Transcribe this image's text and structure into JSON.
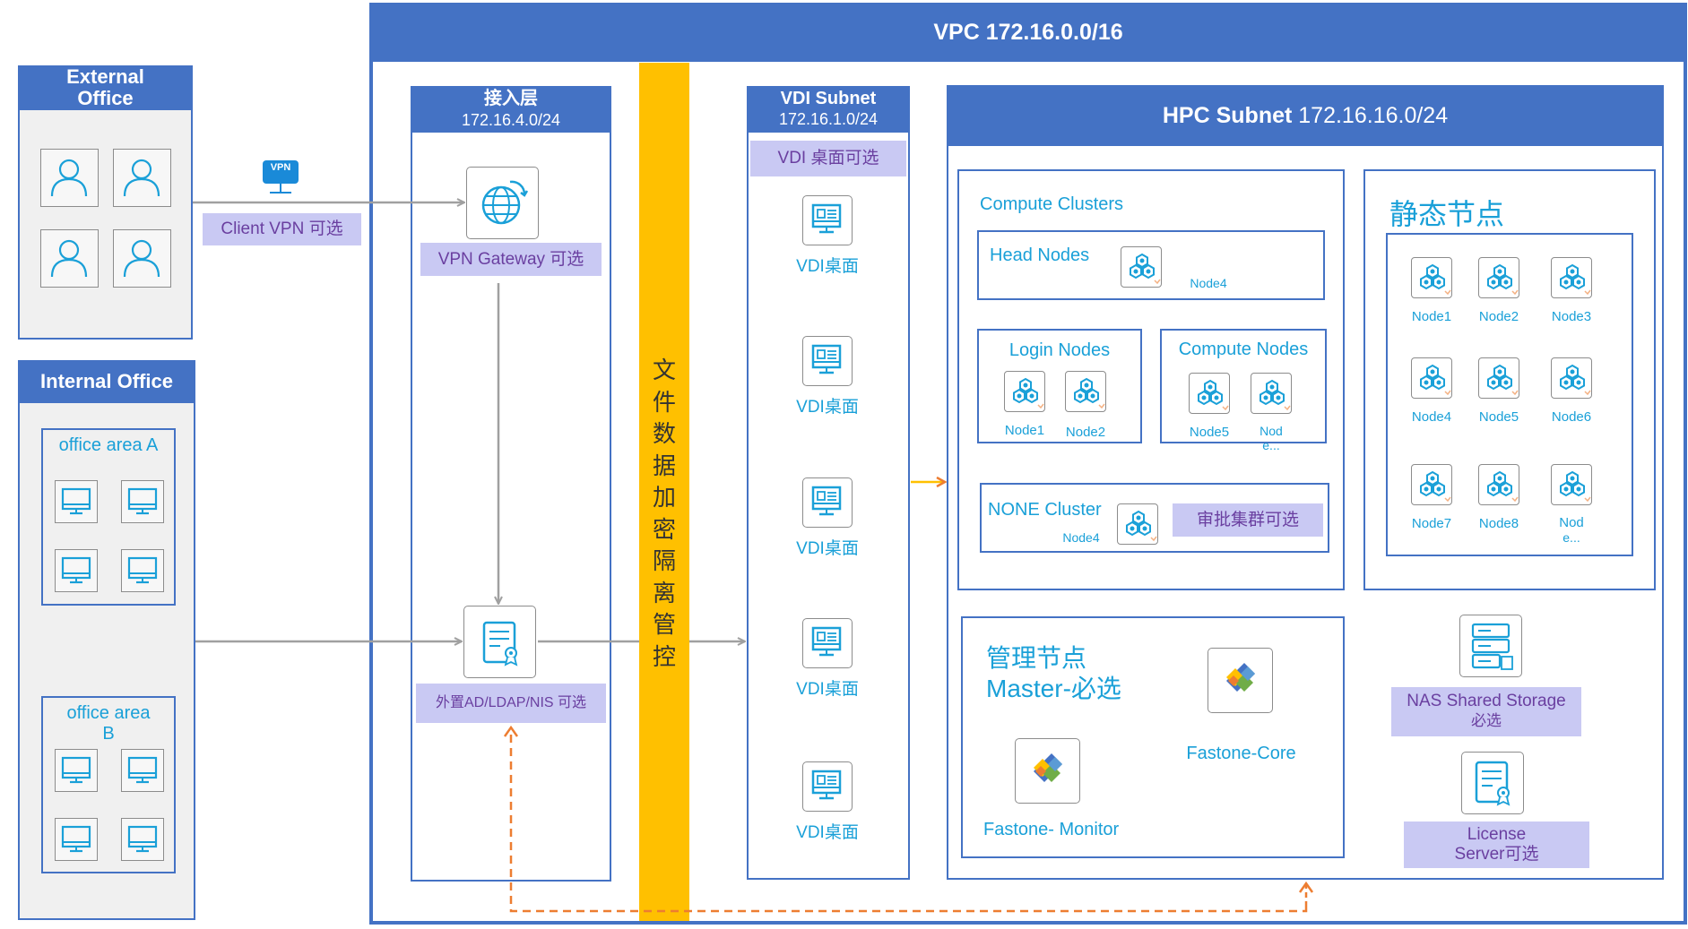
{
  "vpc": {
    "title": "VPC 172.16.0.0/16"
  },
  "external_office": {
    "title_line1": "External",
    "title_line2": "Office"
  },
  "internal_office": {
    "title": "Internal Office",
    "area_a": "office area A",
    "area_b_line1": "office area",
    "area_b_line2": "B"
  },
  "client_vpn": {
    "badge": "VPN",
    "label": "Client VPN 可选"
  },
  "access_layer": {
    "title": "接入层",
    "subnet": "172.16.4.0/24",
    "vpn_gateway": "VPN Gateway 可选",
    "ad_label": "外置AD/LDAP/NIS 可选"
  },
  "encryption_bar": {
    "chars": [
      "文",
      "件",
      "数",
      "据",
      "加",
      "密",
      "隔",
      "离",
      "管",
      "控"
    ]
  },
  "vdi_subnet": {
    "title": "VDI Subnet",
    "subnet": "172.16.1.0/24",
    "optional": "VDI 桌面可选",
    "desktops": [
      "VDI桌面",
      "VDI桌面",
      "VDI桌面",
      "VDI桌面",
      "VDI桌面"
    ]
  },
  "hpc_subnet": {
    "title_bold": "HPC Subnet",
    "title_rest": " 172.16.16.0/24",
    "compute_clusters": {
      "title": "Compute Clusters",
      "head_nodes": {
        "title": "Head Nodes",
        "node": "Node4"
      },
      "login_nodes": {
        "title": "Login Nodes",
        "nodes": [
          "Node1",
          "Node2"
        ]
      },
      "compute_nodes": {
        "title": "Compute Nodes",
        "nodes": [
          "Node5",
          "Nod"
        ],
        "truncated_suffix": "e..."
      },
      "none_cluster": {
        "title": "NONE Cluster",
        "node": "Node4",
        "approval": "审批集群可选"
      }
    },
    "static_nodes": {
      "title": "静态节点",
      "nodes": [
        "Node1",
        "Node2",
        "Node3",
        "Node4",
        "Node5",
        "Node6",
        "Node7",
        "Node8",
        "Nod"
      ],
      "truncated_suffix": "e..."
    },
    "management": {
      "title_line1": "管理节点",
      "title_line2": "Master-必选",
      "core": "Fastone-Core",
      "monitor": "Fastone- Monitor"
    },
    "nas": {
      "line1": "NAS Shared Storage",
      "line2": "必选"
    },
    "license": {
      "line1": "License",
      "line2": "Server可选"
    }
  },
  "colors": {
    "primary_blue": "#4472c4",
    "encryption_yellow": "#ffc000",
    "label_cyan": "#1aa0d8",
    "label_purple": "#6a3fa0",
    "lavender": "#c9c9f3",
    "dashed_orange": "#ed7d31",
    "panel_gray": "#f0f0f0"
  }
}
